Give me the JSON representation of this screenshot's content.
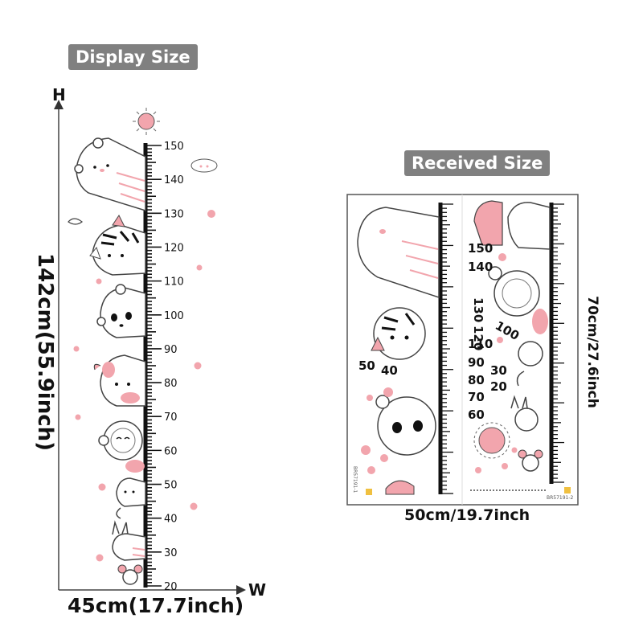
{
  "labels": {
    "display_size": "Display Size",
    "received_size": "Received Size"
  },
  "dimensions": {
    "height_axis_letter": "H",
    "width_axis_letter": "W",
    "display_height": "142cm(55.9inch)",
    "display_width": "45cm(17.7inch)",
    "received_height": "70cm/27.6inch",
    "received_width": "50cm/19.7inch"
  },
  "ruler_display": {
    "ticks": [
      "150",
      "140",
      "130",
      "120",
      "110",
      "100",
      "90",
      "80",
      "70",
      "60",
      "50",
      "40",
      "30",
      "20"
    ]
  },
  "received_sheets": {
    "sheet1_numbers": [
      "50",
      "40"
    ],
    "sheet2_numbers": [
      "150",
      "140",
      "130",
      "120",
      "110",
      "100",
      "90",
      "80",
      "70",
      "60",
      "30",
      "20"
    ],
    "sheet1_code": "BR57191-1",
    "sheet2_code": "BR57191-2"
  },
  "colors": {
    "badge_bg": "#808080",
    "accent_pink": "#f2a5ad",
    "ink": "#111111"
  }
}
